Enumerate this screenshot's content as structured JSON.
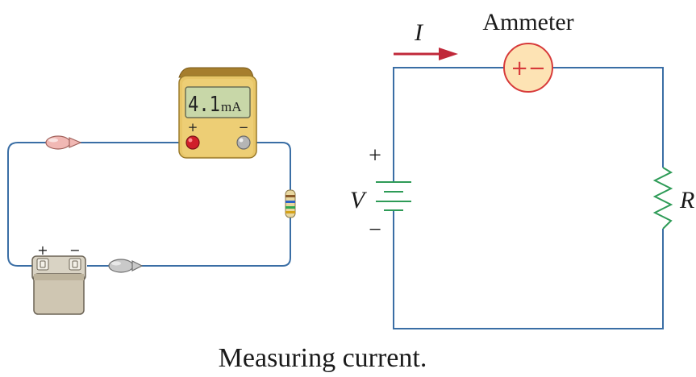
{
  "pictorial": {
    "meter_value": "4.1",
    "meter_unit": "mA",
    "meter_plus": "+",
    "meter_minus": "−",
    "battery_plus": "+",
    "battery_minus": "−"
  },
  "schematic": {
    "current_label": "I",
    "ammeter_label": "Ammeter",
    "ammeter_symbol": "+−",
    "source_label": "V",
    "source_plus": "+",
    "source_minus": "−",
    "resistor_label": "R"
  },
  "caption": "Measuring current.",
  "colors": {
    "wire": "#3a6ea5",
    "arrow": "#c0283a",
    "ammeter_fill": "#fde3b4",
    "ammeter_stroke": "#d73a3a",
    "component": "#2e9b57",
    "meter_body": "#e8c668",
    "lcd": "#c8d7a8"
  }
}
